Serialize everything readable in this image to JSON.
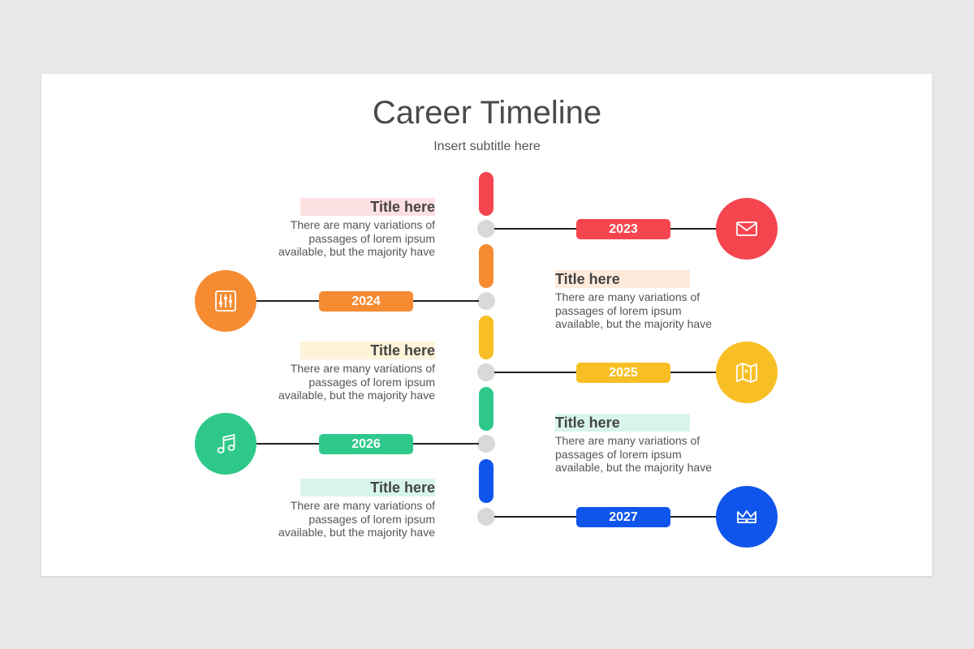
{
  "slide": {
    "title": "Career Timeline",
    "subtitle": "Insert subtitle here"
  },
  "milestones": [
    {
      "year": "2023",
      "color": "#f5454f",
      "tint": "#fde0e2",
      "icon": "envelope-icon",
      "title": "Title here",
      "text": "There are many variations of passages of lorem ipsum available, but the majority have"
    },
    {
      "year": "2024",
      "color": "#f68b32",
      "tint": "#feeadb",
      "icon": "equalizer-icon",
      "title": "Title here",
      "text": "There are many variations of passages of lorem ipsum available, but the majority have"
    },
    {
      "year": "2025",
      "color": "#f8bf25",
      "tint": "#fef2d9",
      "icon": "map-icon",
      "title": "Title here",
      "text": "There are many variations of passages of lorem ipsum available, but the majority have"
    },
    {
      "year": "2026",
      "color": "#2ec98a",
      "tint": "#d8f5e9",
      "icon": "music-note-icon",
      "title": "Title here",
      "text": "There are many variations of passages of lorem ipsum available, but the majority have"
    },
    {
      "year": "2027",
      "color": "#0f55ec",
      "tint": "#d8f5e9",
      "icon": "crown-icon",
      "title": "Title here",
      "text": "There are many variations of passages of lorem ipsum available, but the majority have"
    }
  ]
}
